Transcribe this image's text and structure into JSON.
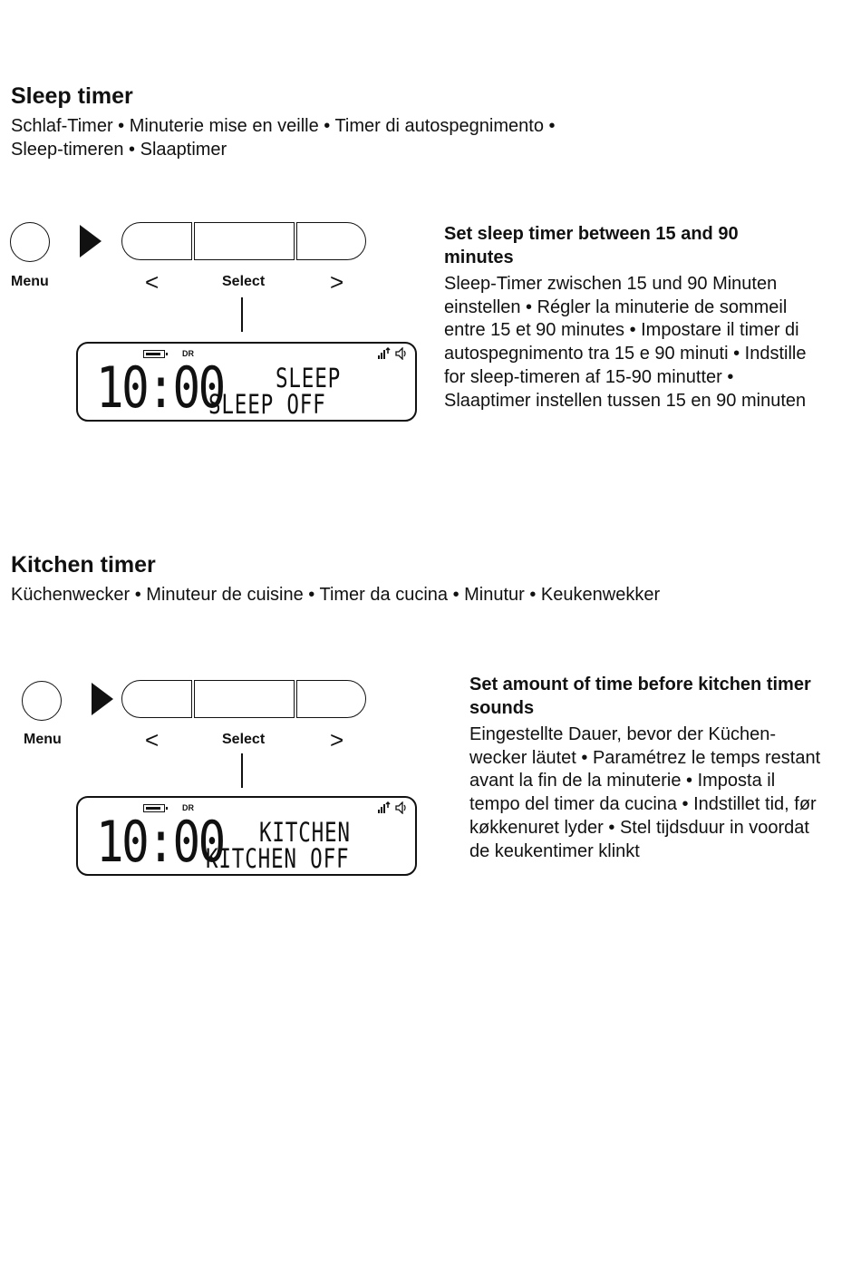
{
  "sleep": {
    "title": "Sleep timer",
    "subtitle": "Schlaf-Timer • Minuterie mise en veille • Timer di autospegnimento • Sleep-timeren • Slaaptimer",
    "panel": {
      "menu_label": "Menu",
      "select_label": "Select",
      "left_arrow": "<",
      "right_arrow": ">",
      "lcd": {
        "indicator": "DR",
        "time": "10:00",
        "line1": "SLEEP",
        "line2": "SLEEP OFF"
      }
    },
    "desc_title": "Set sleep timer between 15 and 90 minutes",
    "desc_body": "Sleep-Timer zwischen 15 und 90 Minuten einstellen • Régler la minuterie de sommeil entre 15 et 90 minutes • Impostare il timer di autospegnimento tra 15 e 90 minuti • Indstille for sleep-timeren af 15-90 minutter • Slaaptimer instellen tussen 15 en 90 minuten"
  },
  "kitchen": {
    "title": "Kitchen timer",
    "subtitle": "Küchenwecker • Minuteur de cuisine • Timer da cucina • Minutur • Keukenwekker",
    "panel": {
      "menu_label": "Menu",
      "select_label": "Select",
      "left_arrow": "<",
      "right_arrow": ">",
      "lcd": {
        "indicator": "DR",
        "time": "10:00",
        "line1": "KITCHEN",
        "line2": "KITCHEN OFF"
      }
    },
    "desc_title": "Set amount of time before kitchen timer sounds",
    "desc_body": "Eingestellte Dauer, bevor der Küchen-wecker läutet • Paramétrez le temps restant avant la fin de la minuterie • Imposta il tempo del timer da cucina • Indstillet tid, før køkkenuret lyder • Stel tijdsduur in voordat de keukentimer klinkt"
  },
  "icons": {
    "play": "play-icon",
    "battery": "battery-icon",
    "signal": "signal-icon",
    "speaker": "speaker-icon"
  }
}
